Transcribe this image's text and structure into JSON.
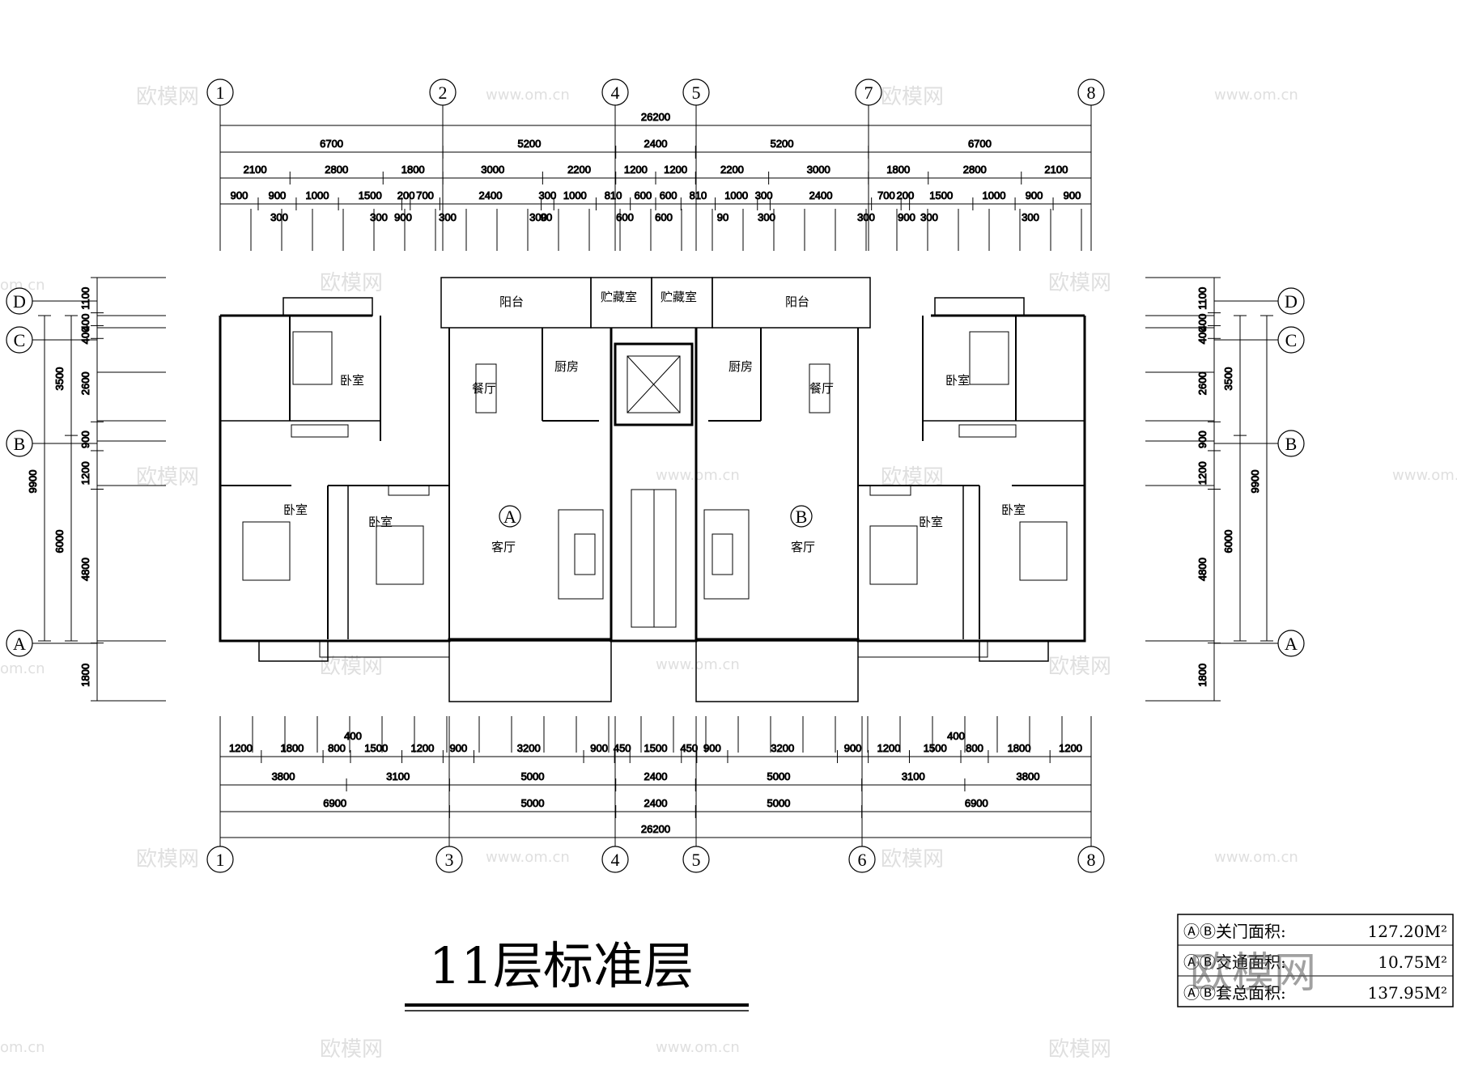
{
  "title": "11层标准层",
  "axes_top": [
    "1",
    "2",
    "4",
    "5",
    "7",
    "8"
  ],
  "axes_bottom": [
    "1",
    "3",
    "4",
    "5",
    "6",
    "8"
  ],
  "axes_rows": [
    "D",
    "C",
    "B",
    "A"
  ],
  "unit_labels": [
    "A",
    "B"
  ],
  "dims_top": {
    "total": "26200",
    "row1": [
      "6700",
      "5200",
      "2400",
      "5200",
      "6700"
    ],
    "row2": [
      "2100",
      "2800",
      "1800",
      "3000",
      "2200",
      "1200",
      "1200",
      "2200",
      "3000",
      "1800",
      "2800",
      "2100"
    ],
    "row3": [
      "900",
      "900",
      "1000",
      "1500",
      "200",
      "700",
      "2400",
      "300",
      "1000",
      "810",
      "600",
      "600",
      "810",
      "1000",
      "300",
      "2400",
      "700",
      "200",
      "1500",
      "1000",
      "900",
      "900"
    ],
    "row4": [
      "300",
      "300",
      "900",
      "300",
      "300",
      "90",
      "600",
      "600",
      "90",
      "300",
      "300",
      "900",
      "300",
      "300"
    ]
  },
  "dims_bottom": {
    "total": "26200",
    "row1": [
      "6900",
      "5000",
      "2400",
      "5000",
      "6900"
    ],
    "row2": [
      "3800",
      "3100",
      "5000",
      "2400",
      "5000",
      "3100",
      "3800"
    ],
    "row3": [
      "1200",
      "1800",
      "800",
      "1500",
      "1200",
      "900",
      "3200",
      "900",
      "450",
      "1500",
      "450",
      "900",
      "3200",
      "900",
      "1200",
      "1500",
      "800",
      "1800",
      "1200"
    ],
    "row3_extra": [
      "400",
      "400"
    ]
  },
  "dims_left": {
    "total": "9900",
    "outer": [
      "3500",
      "6000"
    ],
    "inner": [
      "1100",
      "400",
      "400",
      "2600",
      "900",
      "1200",
      "4800",
      "1800"
    ]
  },
  "dims_right": {
    "total": "9900",
    "outer": [
      "3500",
      "6000"
    ],
    "inner": [
      "1100",
      "400",
      "400",
      "2600",
      "900",
      "1200",
      "4800",
      "1800"
    ]
  },
  "rooms": {
    "balcony": "阳台",
    "storage": "贮藏室",
    "kitchen": "厨房",
    "dining": "餐厅",
    "bedroom": "卧室",
    "living": "客厅"
  },
  "area_table": [
    {
      "label": "ⒶⒷ关门面积:",
      "value": "127.20M²"
    },
    {
      "label": "ⒶⒷ交通面积:",
      "value": "10.75M²"
    },
    {
      "label": "ⒶⒷ套总面积:",
      "value": "137.95M²"
    }
  ],
  "watermarks": {
    "logo": "欧模网",
    "url": "www.om.cn",
    "short": "om.cn"
  }
}
